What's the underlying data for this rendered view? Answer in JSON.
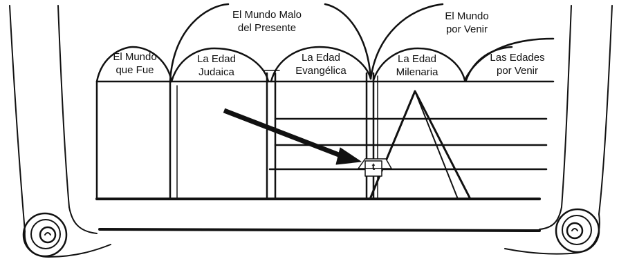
{
  "labels": {
    "mundo_que_fue": [
      "El Mundo",
      "que Fue"
    ],
    "edad_judaica": [
      "La Edad",
      "Judaica"
    ],
    "mundo_malo": [
      "El Mundo Malo",
      "del Presente"
    ],
    "edad_evangelica": [
      "La Edad",
      "Evangélica"
    ],
    "edad_milenaria": [
      "La Edad",
      "Milenaria"
    ],
    "mundo_por_venir": [
      "El Mundo",
      "por Venir"
    ],
    "edades_por_venir": [
      "Las Edades",
      "por Venir"
    ]
  },
  "marker": {
    "letter": "t"
  },
  "colors": {
    "ink": "#111111",
    "paper": "#ffffff"
  }
}
